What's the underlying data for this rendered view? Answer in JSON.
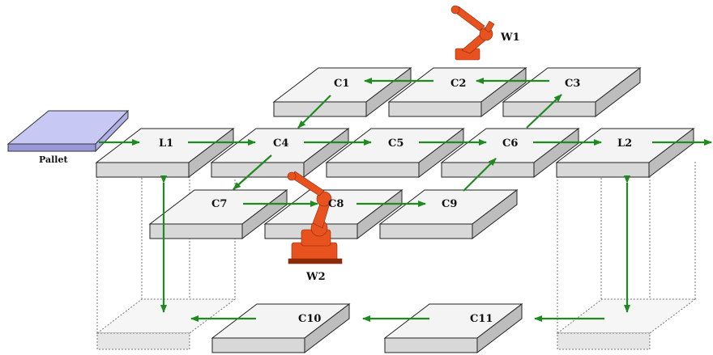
{
  "colors": {
    "arrow": "#1f8a1f",
    "plate_top": "#f4f4f4",
    "plate_front": "#d8d8d8",
    "plate_side": "#bdbdbd",
    "pallet_top": "#c8c8f4",
    "pallet_side": "#9898d8",
    "robot": "#e8521e"
  },
  "labels": {
    "pallet": "Pallet",
    "l1": "L1",
    "l2": "L2",
    "c1": "C1",
    "c2": "C2",
    "c3": "C3",
    "c4": "C4",
    "c5": "C5",
    "c6": "C6",
    "c7": "C7",
    "c8": "C8",
    "c9": "C9",
    "c10": "C10",
    "c11": "C11",
    "w1": "W1",
    "w2": "W2"
  },
  "icons": {
    "robot_w1": "industrial-robot-arm-icon",
    "robot_w2": "industrial-robot-arm-icon"
  }
}
